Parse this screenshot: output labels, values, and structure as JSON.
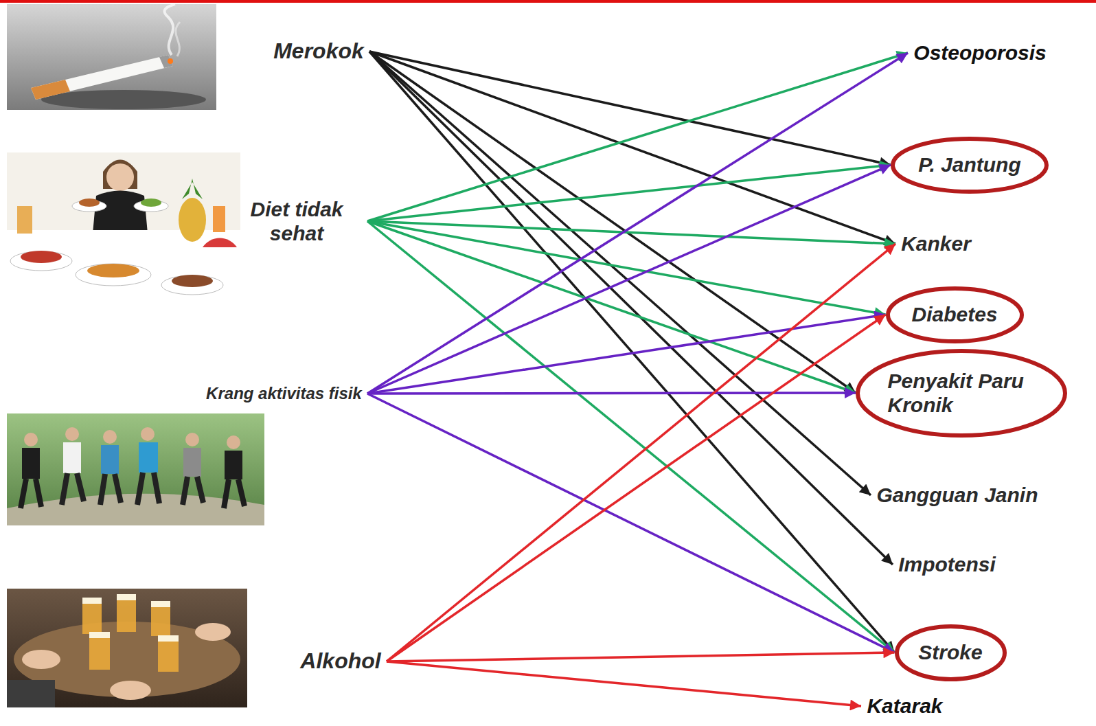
{
  "diagram": {
    "nodes": [
      {
        "text": [
          "Merokok"
        ]
      },
      {
        "text": [
          "Diet tidak sehat"
        ]
      },
      {
        "text": [
          "Krang aktivitas fisik"
        ]
      },
      {
        "text": [
          "Alkohol"
        ]
      },
      {
        "text": [
          "Osteoporosis"
        ]
      },
      {
        "text": [
          "P. Jantung"
        ]
      },
      {
        "text": [
          "Kanker"
        ]
      },
      {
        "text": [
          "Diabetes"
        ]
      },
      {
        "text": [
          "Penyakit Paru Kronik"
        ]
      },
      {
        "text": [
          "Gangguan Janin"
        ]
      },
      {
        "text": [
          "Impotensi"
        ]
      },
      {
        "text": [
          "Stroke"
        ]
      },
      {
        "text": [
          "Katarak"
        ]
      }
    ],
    "edges": [
      {
        "from": 0,
        "to": 5,
        "arrow": "to"
      },
      {
        "from": 0,
        "to": 6,
        "arrow": "to"
      },
      {
        "from": 0,
        "to": 8,
        "arrow": "to"
      },
      {
        "from": 0,
        "to": 9,
        "arrow": "to"
      },
      {
        "from": 0,
        "to": 10,
        "arrow": "to"
      },
      {
        "from": 0,
        "to": 11,
        "arrow": "to"
      },
      {
        "from": 1,
        "to": 4,
        "arrow": "to"
      },
      {
        "from": 1,
        "to": 5,
        "arrow": "to"
      },
      {
        "from": 1,
        "to": 6,
        "arrow": "to"
      },
      {
        "from": 1,
        "to": 7,
        "arrow": "to"
      },
      {
        "from": 1,
        "to": 8,
        "arrow": "to"
      },
      {
        "from": 1,
        "to": 11,
        "arrow": "to"
      },
      {
        "from": 2,
        "to": 4,
        "arrow": "to"
      },
      {
        "from": 2,
        "to": 5,
        "arrow": "to"
      },
      {
        "from": 2,
        "to": 7,
        "arrow": "to"
      },
      {
        "from": 2,
        "to": 8,
        "arrow": "to"
      },
      {
        "from": 2,
        "to": 11,
        "arrow": "to"
      },
      {
        "from": 3,
        "to": 6,
        "arrow": "to"
      },
      {
        "from": 3,
        "to": 7,
        "arrow": "to"
      },
      {
        "from": 3,
        "to": 11,
        "arrow": "to"
      },
      {
        "from": 3,
        "to": 12,
        "arrow": "to"
      }
    ]
  }
}
